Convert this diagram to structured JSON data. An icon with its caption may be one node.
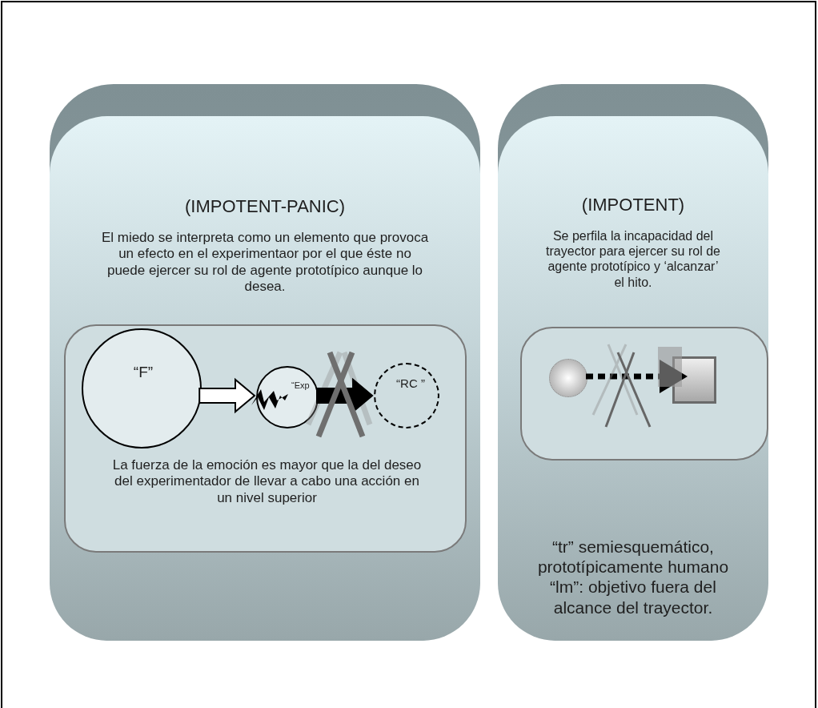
{
  "diagram": {
    "nodes": [
      {
        "text": [
          "(IMPOTENT-PANIC)",
          "El miedo se interpreta como un elemento que provoca un efecto en el experimentaor por el que éste no puede ejercer su rol de agente prototípico aunque lo desea."
        ]
      },
      {
        "text": [
          "La fuerza de la emoción es mayor que la del deseo del experimentador de llevar a cabo una acción en un nivel superior"
        ],
        "in": 0
      },
      {
        "text": [
          "“F”"
        ],
        "in": 1
      },
      {
        "text": [
          "“Exp"
        ],
        "in": 1
      },
      {
        "text": [
          "“RC ”"
        ],
        "in": 1
      },
      {
        "text": [
          "(IMPOTENT)",
          "Se perfila la incapacidad del trayector para ejercer su rol de agente prototípico y ‘alcanzar’ el hito.",
          "“tr” semiesquemático, prototípicamente humano “lm”: objetivo fuera del alcance del trayector."
        ]
      },
      {
        "text": [],
        "shape": "box",
        "in": 5
      },
      {
        "text": [],
        "shape": "circle",
        "in": 6
      },
      {
        "text": [],
        "shape": "box",
        "in": 6
      }
    ],
    "edges": [
      {
        "from": 2,
        "to": 3,
        "arrow": "to",
        "style": "thick"
      },
      {
        "from": 3,
        "to": 4,
        "arrow": "to",
        "style": "thick",
        "color": "#000000"
      },
      {
        "from": 7,
        "to": 8,
        "arrow": "to",
        "style": "dashed"
      }
    ]
  }
}
